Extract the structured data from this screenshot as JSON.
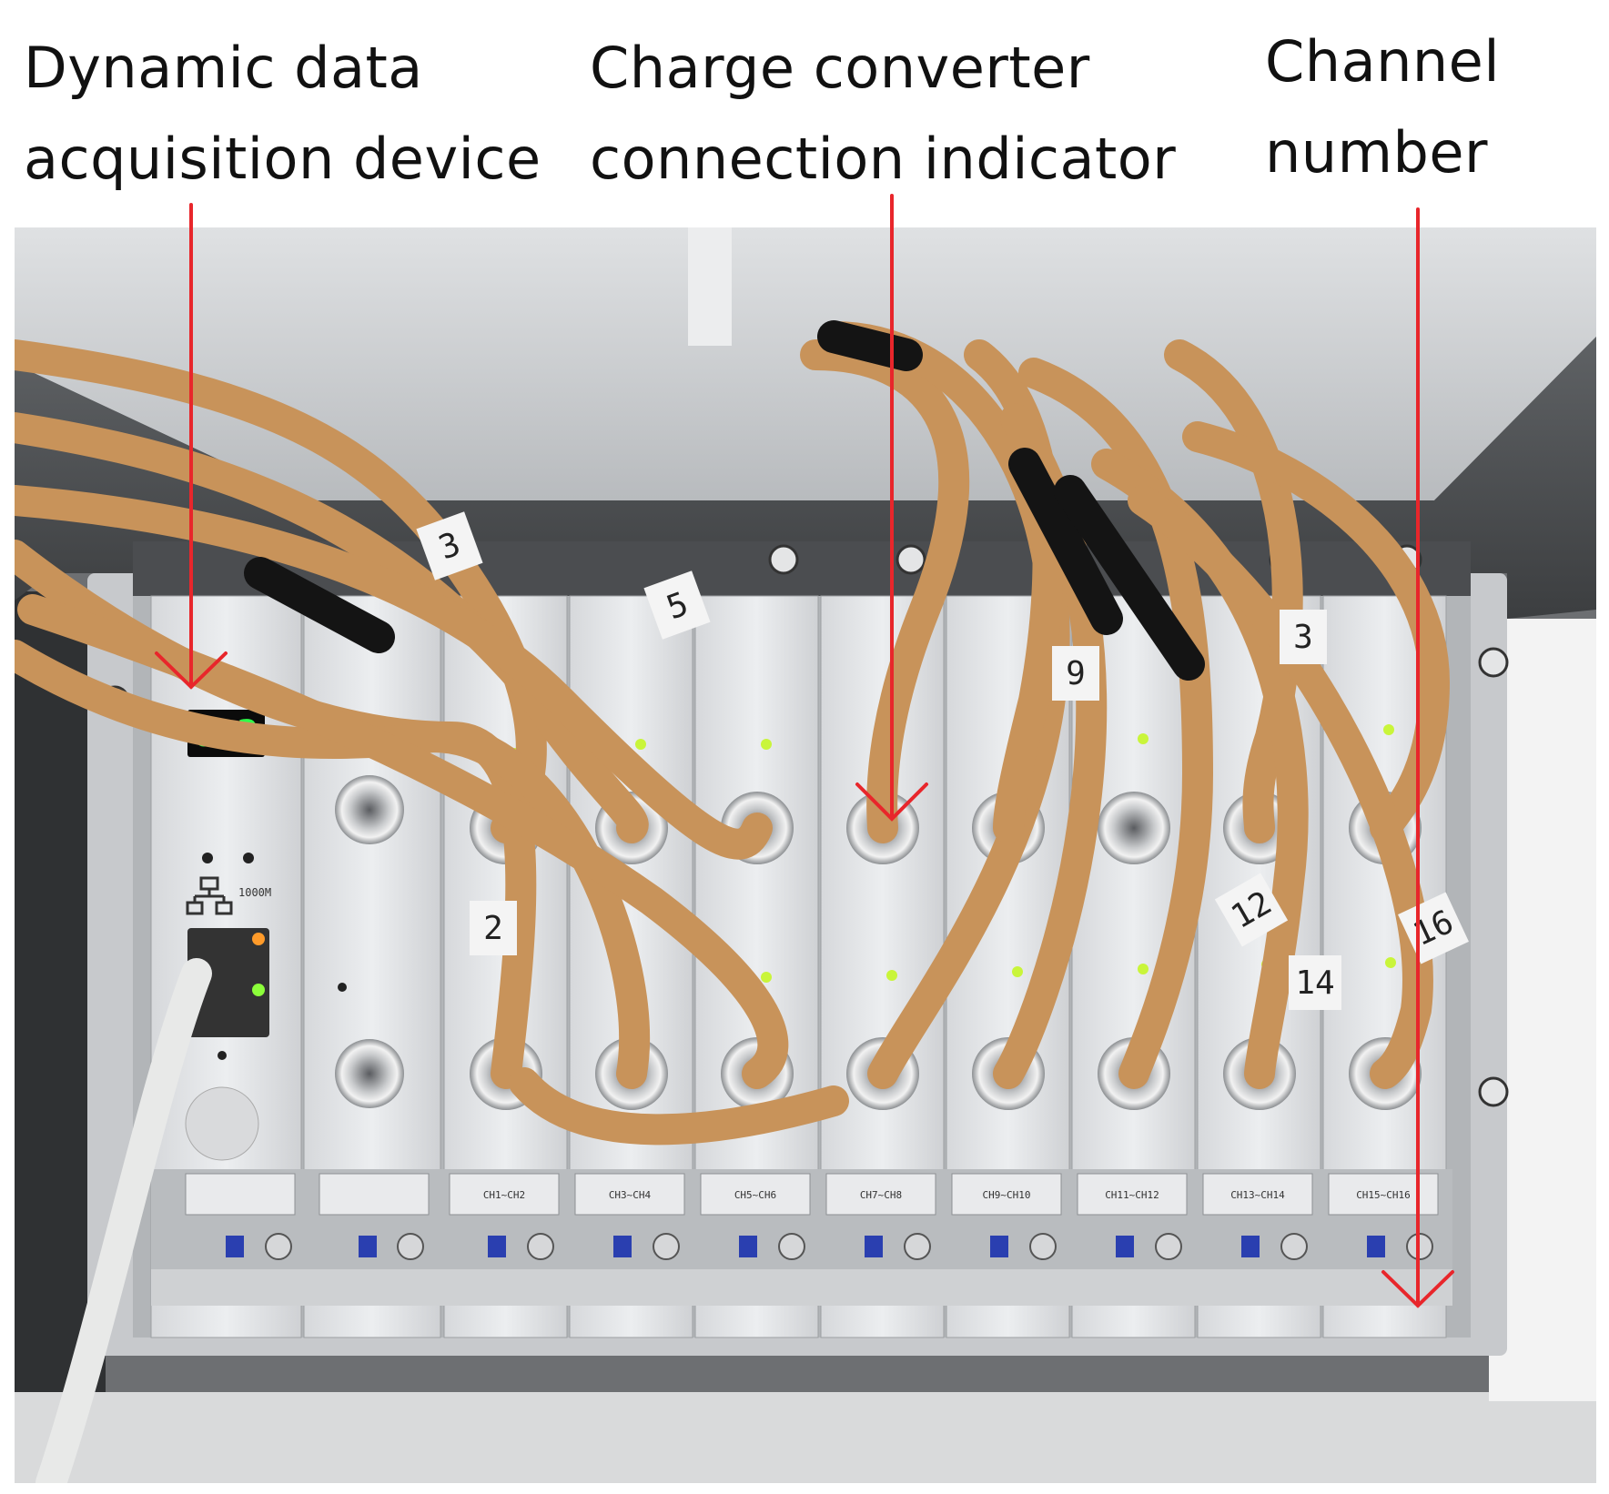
{
  "annotations": {
    "dynamic_daq": {
      "line1": "Dynamic data",
      "line2": "acquisition device"
    },
    "charge_converter": {
      "line1": "Charge converter",
      "line2": "connection indicator"
    },
    "channel_number": {
      "line1": "Channel",
      "line2": "number"
    }
  },
  "device": {
    "display_reading": "0 3",
    "network_speed": "1000M"
  },
  "channel_labels": [
    "CH1~CH2",
    "CH3~CH4",
    "CH5~CH6",
    "CH7~CH8",
    "CH9~CH10",
    "CH11~CH12",
    "CH13~CH14",
    "CH15~CH16"
  ],
  "cable_tags": [
    "3",
    "5",
    "2",
    "9",
    "3",
    "12",
    "14",
    "16"
  ],
  "colors": {
    "arrow": "#e8262b",
    "cable": "#c8935a",
    "panel": "#e7e8ea",
    "led": "#c9f53a",
    "display_digits": "#2fff4a"
  }
}
